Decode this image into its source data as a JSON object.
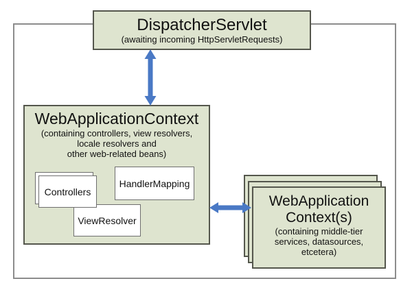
{
  "colors": {
    "box_fill": "#dee4cf",
    "box_border": "#54564c",
    "outer_border": "#8c8c8c",
    "inner_box_fill": "#ffffff",
    "inner_box_border": "#6e6e6e",
    "arrow": "#4a79c5"
  },
  "dispatcher": {
    "title": "DispatcherServlet",
    "subtitle": "(awaiting incoming HttpServletRequests)"
  },
  "web_app_context": {
    "title": "WebApplicationContext",
    "subtitle_lines": [
      "(containing controllers, view resolvers,",
      "locale resolvers and",
      "other web-related beans)"
    ],
    "beans": {
      "controllers": "Controllers",
      "handler_mapping": "HandlerMapping",
      "view_resolver": "ViewResolver"
    }
  },
  "middle_tier": {
    "title_lines": [
      "WebApplication",
      "Context(s)"
    ],
    "subtitle_lines": [
      "(containing middle-tier",
      "services, datasources,",
      "etcetera)"
    ]
  }
}
